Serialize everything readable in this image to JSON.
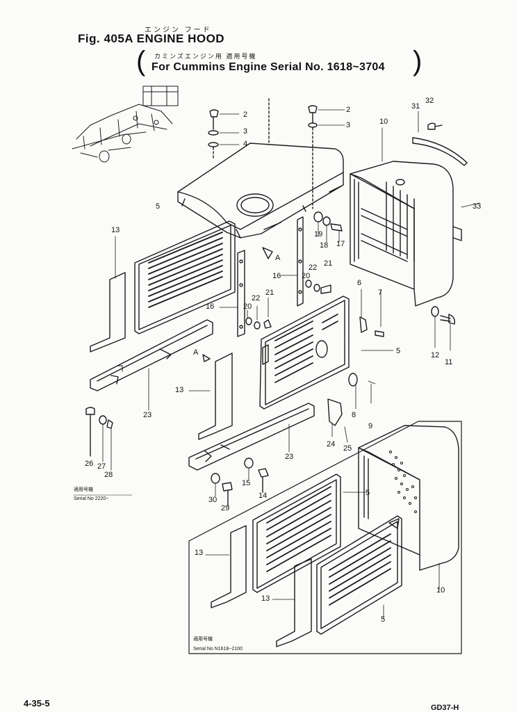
{
  "header": {
    "title_jp": "エンジン フード",
    "fig_title": "Fig. 405A  ENGINE HOOD",
    "subtitle_jp": "カミンズエンジン用  適用号機",
    "subtitle_en": "For Cummins Engine  Serial No. 1618~3704"
  },
  "notes": {
    "note1_jp": "適用号機",
    "note1_en": "Serial No 2220~",
    "note2_jp": "適用号機",
    "note2_en": "Serial No N1618~2100"
  },
  "labels": {
    "c1": "2",
    "c2": "3",
    "c3": "4",
    "c4": "2",
    "c5": "3",
    "c6": "31",
    "c7": "32",
    "c8": "10",
    "c9": "33",
    "c10": "5",
    "c11": "13",
    "c12": "19",
    "c13": "18",
    "c14": "17",
    "c15": "A",
    "c16": "16",
    "c17": "22",
    "c18": "21",
    "c19": "20",
    "c20": "6",
    "c21": "7",
    "c22": "16",
    "c23": "20",
    "c24": "22",
    "c25": "21",
    "c26": "12",
    "c27": "11",
    "c28": "5",
    "c29": "A",
    "c30": "13",
    "c31": "23",
    "c32": "8",
    "c33": "9",
    "c34": "24",
    "c35": "25",
    "c36": "23",
    "c37": "26",
    "c38": "27",
    "c39": "28",
    "c40": "15",
    "c41": "14",
    "c42": "30",
    "c43": "29",
    "c44": "5",
    "c45": "13",
    "c46": "13",
    "c47": "5",
    "c48": "10"
  },
  "footer": {
    "page_number": "4-35-5",
    "model": "GD37-H"
  }
}
